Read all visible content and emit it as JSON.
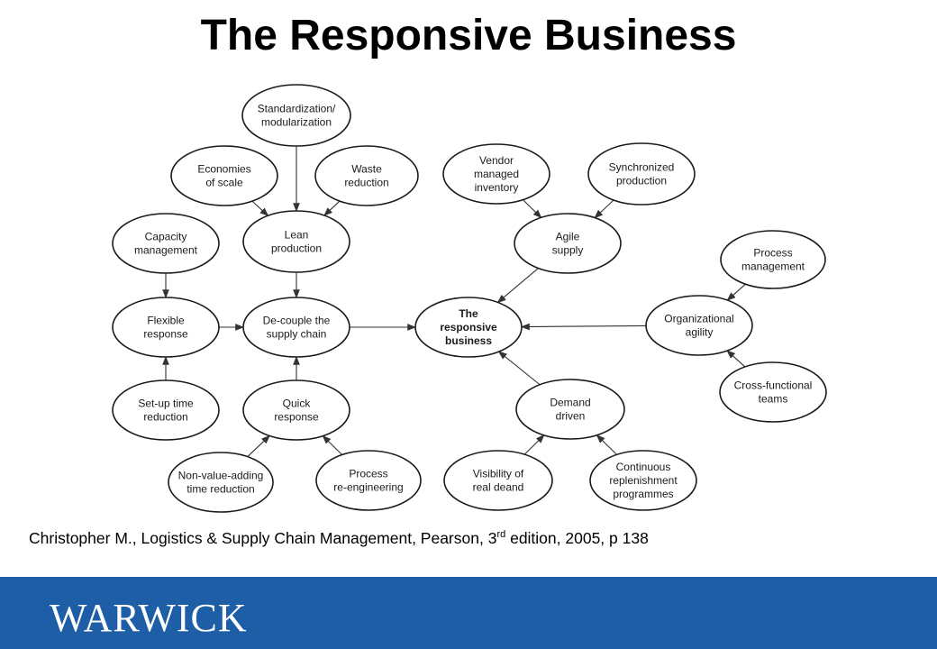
{
  "title": "The Responsive Business",
  "diagram": {
    "nodes": [
      {
        "id": "standardization",
        "lines": [
          "Standardization/",
          "modularization"
        ]
      },
      {
        "id": "economies",
        "lines": [
          "Economies",
          "of scale"
        ]
      },
      {
        "id": "waste",
        "lines": [
          "Waste",
          "reduction"
        ]
      },
      {
        "id": "capacity",
        "lines": [
          "Capacity",
          "management"
        ]
      },
      {
        "id": "lean",
        "lines": [
          "Lean",
          "production"
        ]
      },
      {
        "id": "flexible",
        "lines": [
          "Flexible",
          "response"
        ]
      },
      {
        "id": "decouple",
        "lines": [
          "De-couple the",
          "supply chain"
        ]
      },
      {
        "id": "setup",
        "lines": [
          "Set-up time",
          "reduction"
        ]
      },
      {
        "id": "quick",
        "lines": [
          "Quick",
          "response"
        ]
      },
      {
        "id": "nonvalue",
        "lines": [
          "Non-value-adding",
          "time reduction"
        ]
      },
      {
        "id": "reengineering",
        "lines": [
          "Process",
          "re-engineering"
        ]
      },
      {
        "id": "responsive",
        "lines": [
          "The",
          "responsive",
          "business"
        ]
      },
      {
        "id": "vendor",
        "lines": [
          "Vendor",
          "managed",
          "inventory"
        ]
      },
      {
        "id": "synchronized",
        "lines": [
          "Synchronized",
          "production"
        ]
      },
      {
        "id": "agile",
        "lines": [
          "Agile",
          "supply"
        ]
      },
      {
        "id": "procmgmt",
        "lines": [
          "Process",
          "management"
        ]
      },
      {
        "id": "orgagility",
        "lines": [
          "Organizational",
          "agility"
        ]
      },
      {
        "id": "crossfunc",
        "lines": [
          "Cross-functional",
          "teams"
        ]
      },
      {
        "id": "demand",
        "lines": [
          "Demand",
          "driven"
        ]
      },
      {
        "id": "visibility",
        "lines": [
          "Visibility of",
          "real deand"
        ]
      },
      {
        "id": "continuous",
        "lines": [
          "Continuous",
          "replenishment",
          "programmes"
        ]
      }
    ],
    "edges": [
      [
        "standardization",
        "lean"
      ],
      [
        "economies",
        "lean"
      ],
      [
        "waste",
        "lean"
      ],
      [
        "lean",
        "decouple"
      ],
      [
        "capacity",
        "flexible"
      ],
      [
        "flexible",
        "decouple"
      ],
      [
        "setup",
        "flexible"
      ],
      [
        "quick",
        "decouple"
      ],
      [
        "nonvalue",
        "quick"
      ],
      [
        "reengineering",
        "quick"
      ],
      [
        "decouple",
        "responsive"
      ],
      [
        "vendor",
        "agile"
      ],
      [
        "synchronized",
        "agile"
      ],
      [
        "agile",
        "responsive"
      ],
      [
        "orgagility",
        "responsive"
      ],
      [
        "procmgmt",
        "orgagility"
      ],
      [
        "crossfunc",
        "orgagility"
      ],
      [
        "demand",
        "responsive"
      ],
      [
        "visibility",
        "demand"
      ],
      [
        "continuous",
        "demand"
      ]
    ]
  },
  "citation": {
    "main": "Christopher M., Logistics & Supply Chain Management, Pearson, 3",
    "sup": "rd",
    "rest": " edition, 2005, p 138"
  },
  "footer": {
    "logo_text": "WARWICK"
  }
}
